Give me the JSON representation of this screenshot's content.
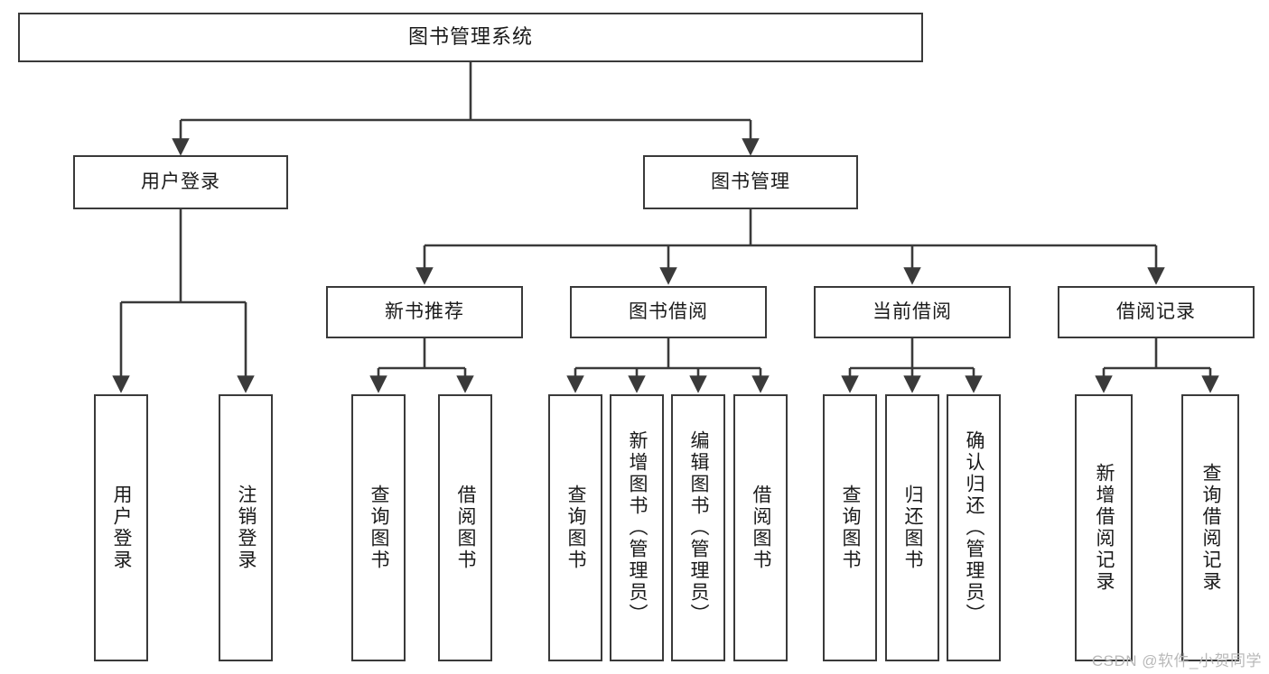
{
  "diagram": {
    "title": "图书管理系统",
    "type": "hierarchy-tree",
    "background_color": "#ffffff",
    "box_border_color": "#3a3a3a",
    "text_color": "#1a1a1a",
    "connector_color": "#3a3a3a"
  },
  "nodes": {
    "root": {
      "label": "图书管理系统",
      "level": 0
    },
    "l1": [
      {
        "label": "用户登录",
        "level": 1
      },
      {
        "label": "图书管理",
        "level": 1
      }
    ],
    "l2": [
      {
        "label": "新书推荐",
        "level": 2
      },
      {
        "label": "图书借阅",
        "level": 2
      },
      {
        "label": "当前借阅",
        "level": 2
      },
      {
        "label": "借阅记录",
        "level": 2
      }
    ],
    "leaves": {
      "user_login": [
        {
          "label": "用户登录"
        },
        {
          "label": "注销登录"
        }
      ],
      "new_book_recommend": [
        {
          "label": "查询图书"
        },
        {
          "label": "借阅图书"
        }
      ],
      "book_borrow": [
        {
          "label": "查询图书"
        },
        {
          "label": "新增图书（管理员）"
        },
        {
          "label": "编辑图书（管理员）"
        },
        {
          "label": "借阅图书"
        }
      ],
      "current_borrow": [
        {
          "label": "查询图书"
        },
        {
          "label": "归还图书"
        },
        {
          "label": "确认归还（管理员）"
        }
      ],
      "borrow_record": [
        {
          "label": "新增借阅记录"
        },
        {
          "label": "查询借阅记录"
        }
      ]
    }
  },
  "watermark": {
    "text": "CSDN @软件_小贺同学"
  }
}
